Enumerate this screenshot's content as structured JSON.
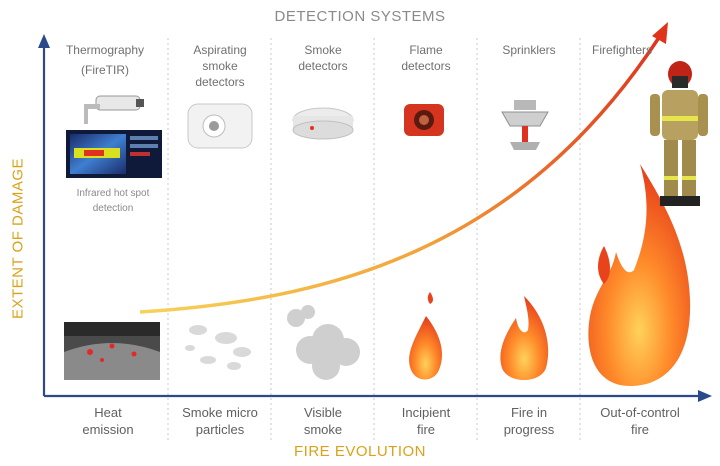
{
  "header": {
    "title": "DETECTION SYSTEMS"
  },
  "axes": {
    "x_label": "FIRE EVOLUTION",
    "y_label": "EXTENT OF DAMAGE"
  },
  "detection_systems": [
    {
      "line1": "Thermography",
      "line2": "(FireTIR)",
      "line3": ""
    },
    {
      "line1": "Aspirating",
      "line2": "smoke",
      "line3": "detectors"
    },
    {
      "line1": "Smoke",
      "line2": "detectors",
      "line3": ""
    },
    {
      "line1": "Flame",
      "line2": "detectors",
      "line3": ""
    },
    {
      "line1": "Sprinklers",
      "line2": "",
      "line3": ""
    },
    {
      "line1": "Firefighters",
      "line2": "",
      "line3": ""
    }
  ],
  "thermography_note": {
    "line1": "Infrared hot spot",
    "line2": "detection"
  },
  "fire_stages": [
    {
      "line1": "Heat",
      "line2": "emission"
    },
    {
      "line1": "Smoke micro",
      "line2": "particles"
    },
    {
      "line1": "Visible",
      "line2": "smoke"
    },
    {
      "line1": "Incipient",
      "line2": "fire"
    },
    {
      "line1": "Fire in",
      "line2": "progress"
    },
    {
      "line1": "Out-of-control",
      "line2": "fire"
    }
  ],
  "colors": {
    "axis": "#2b4a8c",
    "curve_start": "#f2c744",
    "curve_end": "#e0331c",
    "axis_label": "#d9a21b"
  }
}
